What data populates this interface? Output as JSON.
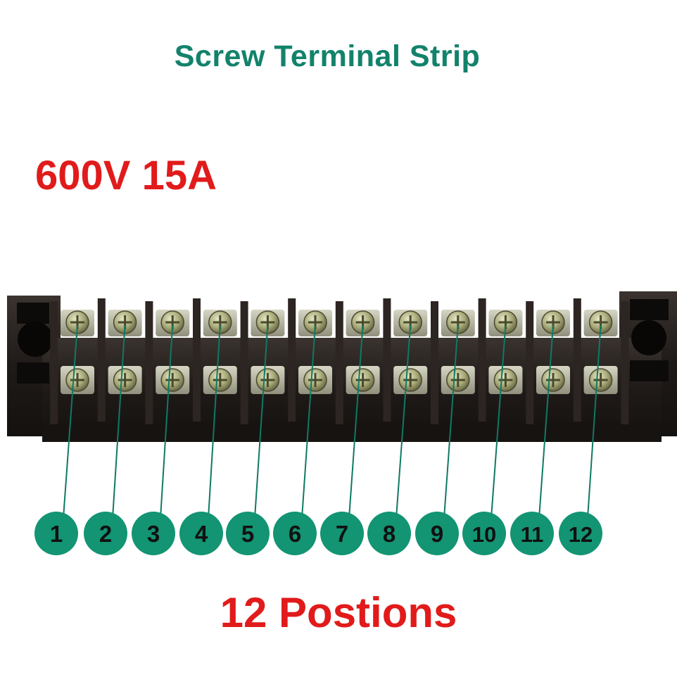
{
  "title": "Screw Terminal Strip",
  "rating": "600V 15A",
  "footer": "12 Postions",
  "positions": [
    "1",
    "2",
    "3",
    "4",
    "5",
    "6",
    "7",
    "8",
    "9",
    "10",
    "11",
    "12"
  ],
  "colors": {
    "title": "#13826b",
    "accent_red": "#e11b1b",
    "badge": "#139473",
    "badge_text": "#111111",
    "leader_line": "#0f7a63",
    "block_body": "#2a2421",
    "screw": "#b4b889"
  }
}
